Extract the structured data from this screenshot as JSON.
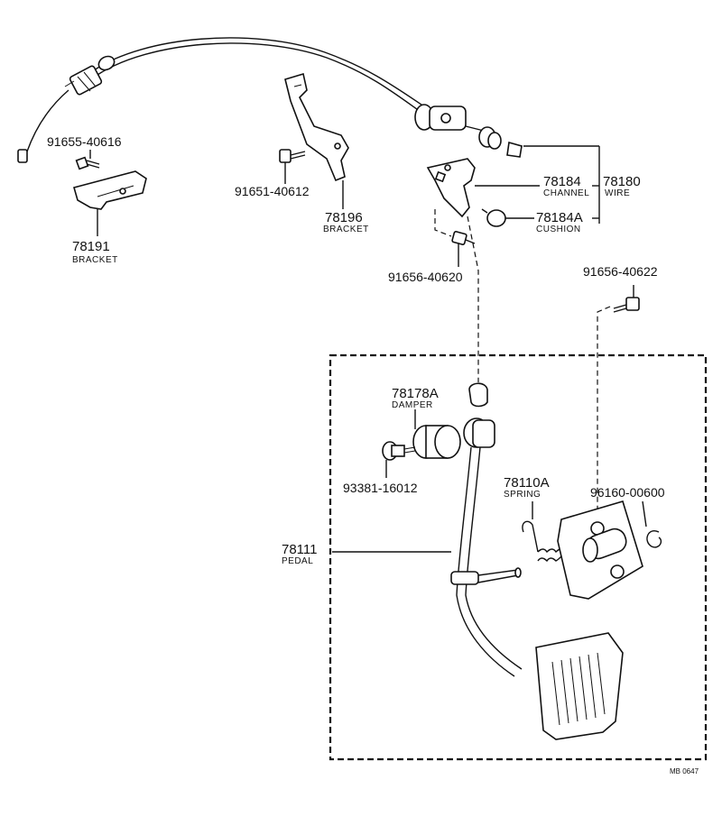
{
  "parts": {
    "p78191": {
      "number": "78191",
      "name": "BRACKET"
    },
    "p91655": {
      "number": "91655-40616"
    },
    "p91651": {
      "number": "91651-40612"
    },
    "p78196": {
      "number": "78196",
      "name": "BRACKET"
    },
    "p78184": {
      "number": "78184",
      "name": "CHANNEL"
    },
    "p78180": {
      "number": "78180",
      "name": "WIRE"
    },
    "p78184a": {
      "number": "78184A",
      "name": "CUSHION"
    },
    "p91656a": {
      "number": "91656-40620"
    },
    "p91656b": {
      "number": "91656-40622"
    },
    "p78178a": {
      "number": "78178A",
      "name": "DAMPER"
    },
    "p93381": {
      "number": "93381-16012"
    },
    "p78110a": {
      "number": "78110A",
      "name": "SPRING"
    },
    "p96160": {
      "number": "96160-00600"
    },
    "p78111": {
      "number": "78111",
      "name": "PEDAL"
    }
  },
  "figure_code": "MB 0647"
}
